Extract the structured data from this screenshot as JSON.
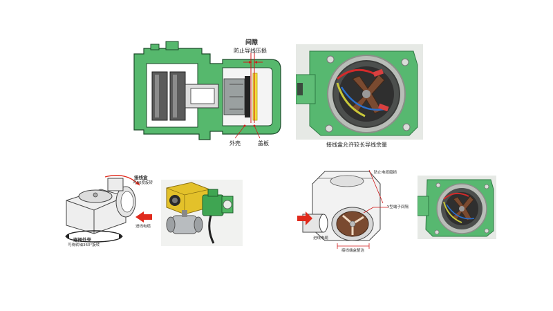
{
  "colors": {
    "housing_green": "#56b86d",
    "housing_dark": "#2e7a44",
    "gap_yellow": "#f3e03a",
    "arrow_red": "#e02a1c",
    "coil_gray": "#6a6a6a",
    "photo_bg": "#e9ece8",
    "actuator_yellow": "#e3c12a"
  },
  "section_view": {
    "gap_title": "间隙",
    "gap_subtitle": "防止导线压损",
    "label_housing": "外壳",
    "label_cover": "盖板"
  },
  "junction_photo": {
    "caption": "接线盒允许较长导线余量"
  },
  "rotation_diagram": {
    "label_box": "接线盒",
    "label_box_sub": "可90度旋转",
    "label_entry": "进线电缆",
    "label_shell": "磁阀外壳",
    "label_shell_sub": "可绕转轴360°旋转"
  },
  "cable_diagram": {
    "label_top": "防止电缆磨损",
    "label_right": "Y型端子间隔",
    "label_entry": "进线电缆",
    "label_bottom": "接线端盒整洁"
  }
}
